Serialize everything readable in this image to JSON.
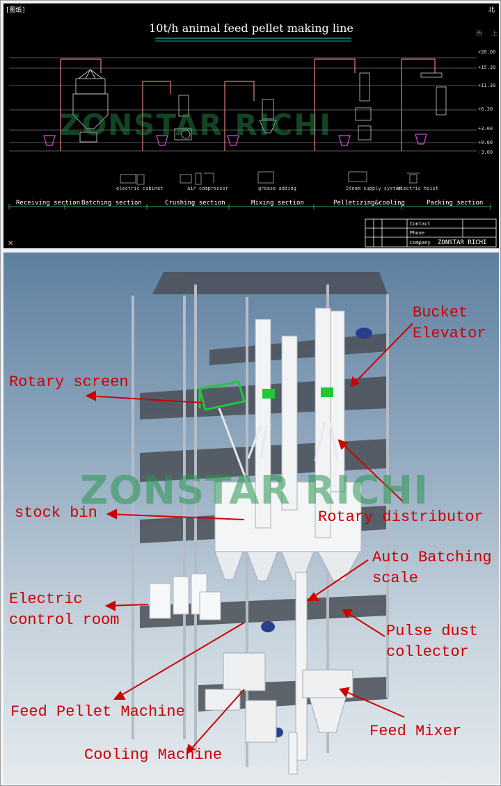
{
  "cad": {
    "title": "10t/h animal feed pellet making line",
    "corner_left": "[图纸]",
    "corner_right_1": "北",
    "corner_right_2": "西",
    "corner_right_3": "上",
    "watermark": "ZONSTAR RICHI",
    "levels": [
      "+20.00",
      "+15.30",
      "+11.30",
      "+6.30",
      "+3.00",
      "+0.00",
      "-3.00"
    ],
    "equipment": [
      "electric cabinet",
      "air compressor",
      "grease adding",
      "Steam supply system",
      "electric hoist"
    ],
    "sections": [
      "Receiving section",
      "Batching section",
      "Crushing section",
      "Mixing section",
      "Pelletizing&cooling",
      "Packing section"
    ],
    "title_block": {
      "contact": "Contact",
      "phone": "Phone",
      "company": "Company",
      "company_name": "ZONSTAR RICHI"
    }
  },
  "plant": {
    "watermark": "ZONSTAR RICHI",
    "labels": {
      "bucket_elevator": "Bucket\nElevator",
      "rotary_screen": "Rotary screen",
      "stock_bin": "stock bin",
      "rotary_distributor": "Rotary distributor",
      "auto_batching_scale": "Auto Batching\nscale",
      "electric_control_room": "Electric\ncontrol room",
      "pulse_dust_collector": "Pulse dust\ncollector",
      "feed_pellet_machine": "Feed Pellet Machine",
      "feed_mixer": "Feed Mixer",
      "cooling_machine": "Cooling Machine"
    }
  },
  "colors": {
    "callout": "#cc0000",
    "cad_bg": "#000000",
    "cad_line": "#e0a0a0",
    "watermark": "#2e9650"
  }
}
